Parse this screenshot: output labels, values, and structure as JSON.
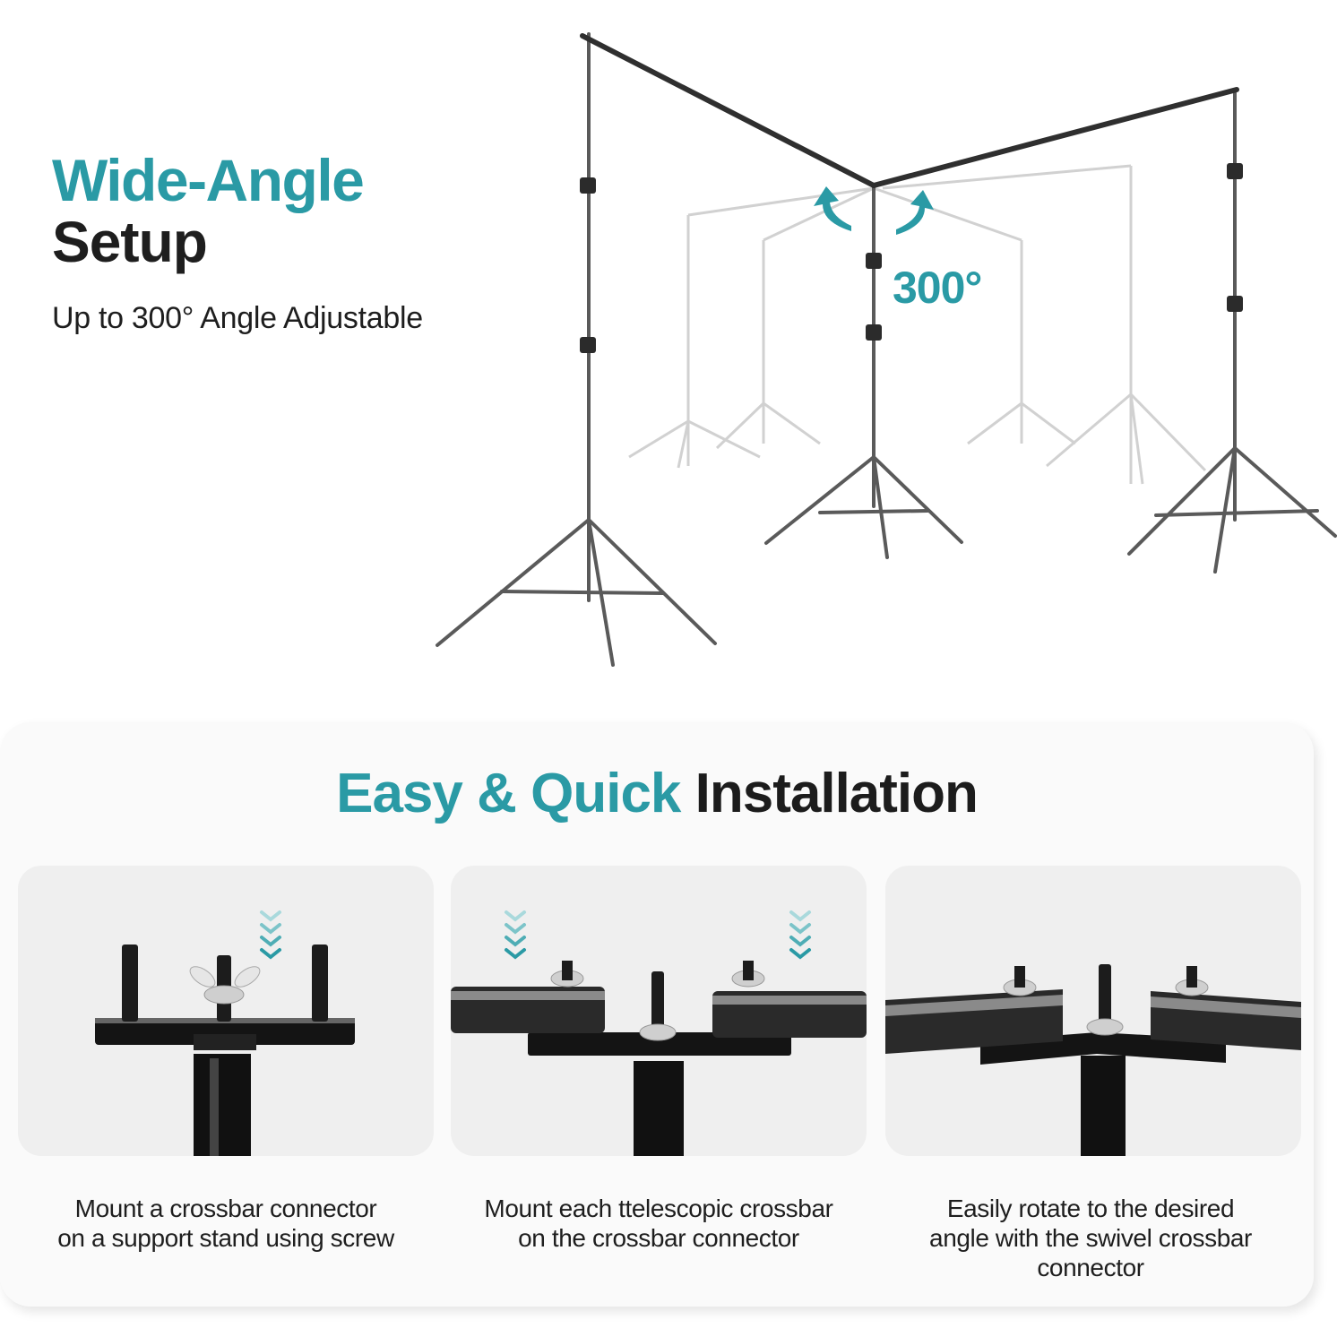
{
  "colors": {
    "accent": "#2a9aa5",
    "text_dark": "#1c1c1c",
    "card_bg": "#fafafa",
    "panel_bg": "#efefef"
  },
  "hero": {
    "title_line1": "Wide-Angle",
    "title_line2": "Setup",
    "subtitle": "Up to 300° Angle Adjustable",
    "degree_label": "300°",
    "illustration": "backdrop-stand-rotation-diagram"
  },
  "installation": {
    "title_accent": "Easy & Quick",
    "title_rest": "Installation",
    "steps": [
      {
        "image": "crossbar-connector-on-stand",
        "caption_line1": "Mount a crossbar connector",
        "caption_line2": "on a support stand using screw",
        "caption_line3": ""
      },
      {
        "image": "crossbars-on-connector",
        "caption_line1": "Mount each ttelescopic crossbar",
        "caption_line2": "on the crossbar connector",
        "caption_line3": ""
      },
      {
        "image": "swivel-connector-rotated",
        "caption_line1": "Easily rotate to the desired",
        "caption_line2": "angle with the swivel crossbar",
        "caption_line3": "connector"
      }
    ]
  }
}
